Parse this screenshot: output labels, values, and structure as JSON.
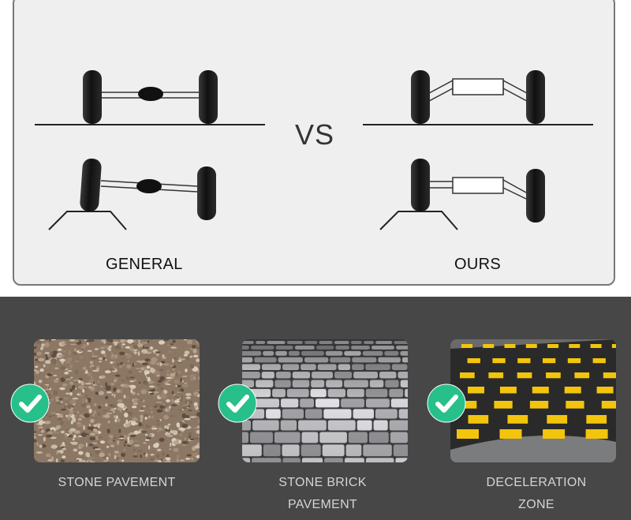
{
  "comparison": {
    "vs_label": "VS",
    "left_label": "GENERAL",
    "right_label": "OURS"
  },
  "surfaces": [
    {
      "line1": "STONE PAVEMENT",
      "line2": "",
      "icon": "check-icon"
    },
    {
      "line1": "STONE BRICK",
      "line2": "PAVEMENT",
      "icon": "check-icon"
    },
    {
      "line1": "DECELERATION",
      "line2": "ZONE",
      "icon": "check-icon"
    }
  ],
  "colors": {
    "panel_bg": "#efeff0",
    "bottom_bg": "#474747",
    "check_green": "#27c08a",
    "caption_text": "#d4d4d4"
  }
}
